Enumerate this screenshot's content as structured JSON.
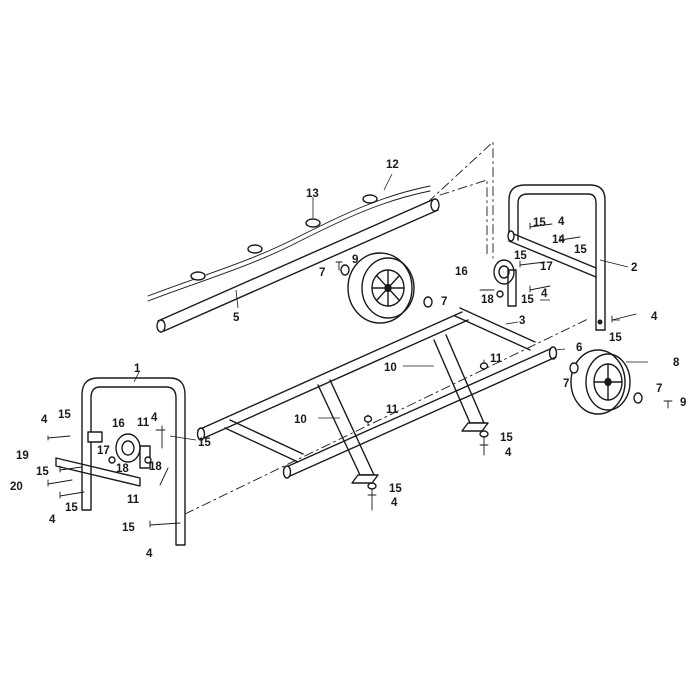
{
  "labels": [
    {
      "id": "c1",
      "text": "1"
    },
    {
      "id": "c2",
      "text": "2"
    },
    {
      "id": "c3",
      "text": "3"
    },
    {
      "id": "c4a",
      "text": "4"
    },
    {
      "id": "c4b",
      "text": "4"
    },
    {
      "id": "c4c",
      "text": "4"
    },
    {
      "id": "c4d",
      "text": "4"
    },
    {
      "id": "c4e",
      "text": "4"
    },
    {
      "id": "c4f",
      "text": "4"
    },
    {
      "id": "c4g",
      "text": "4"
    },
    {
      "id": "c4h",
      "text": "4"
    },
    {
      "id": "c4i",
      "text": "4"
    },
    {
      "id": "c5",
      "text": "5"
    },
    {
      "id": "c6",
      "text": "6"
    },
    {
      "id": "c7a",
      "text": "7"
    },
    {
      "id": "c7b",
      "text": "7"
    },
    {
      "id": "c7c",
      "text": "7"
    },
    {
      "id": "c7d",
      "text": "7"
    },
    {
      "id": "c8",
      "text": "8"
    },
    {
      "id": "c9a",
      "text": "9"
    },
    {
      "id": "c9b",
      "text": "9"
    },
    {
      "id": "c10a",
      "text": "10"
    },
    {
      "id": "c10b",
      "text": "10"
    },
    {
      "id": "c11a",
      "text": "11"
    },
    {
      "id": "c11b",
      "text": "11"
    },
    {
      "id": "c11c",
      "text": "11"
    },
    {
      "id": "c11d",
      "text": "11"
    },
    {
      "id": "c12",
      "text": "12"
    },
    {
      "id": "c13",
      "text": "13"
    },
    {
      "id": "c14",
      "text": "14"
    },
    {
      "id": "c15a",
      "text": "15"
    },
    {
      "id": "c15b",
      "text": "15"
    },
    {
      "id": "c15c",
      "text": "15"
    },
    {
      "id": "c15d",
      "text": "15"
    },
    {
      "id": "c15e",
      "text": "15"
    },
    {
      "id": "c15f",
      "text": "15"
    },
    {
      "id": "c15g",
      "text": "15"
    },
    {
      "id": "c15h",
      "text": "15"
    },
    {
      "id": "c15i",
      "text": "15"
    },
    {
      "id": "c15j",
      "text": "15"
    },
    {
      "id": "c15k",
      "text": "15"
    },
    {
      "id": "c15l",
      "text": "15"
    },
    {
      "id": "c16a",
      "text": "16"
    },
    {
      "id": "c16b",
      "text": "16"
    },
    {
      "id": "c17a",
      "text": "17"
    },
    {
      "id": "c17b",
      "text": "17"
    },
    {
      "id": "c18a",
      "text": "18"
    },
    {
      "id": "c18b",
      "text": "18"
    },
    {
      "id": "c18c",
      "text": "18"
    },
    {
      "id": "c19",
      "text": "19"
    },
    {
      "id": "c20",
      "text": "20"
    }
  ]
}
